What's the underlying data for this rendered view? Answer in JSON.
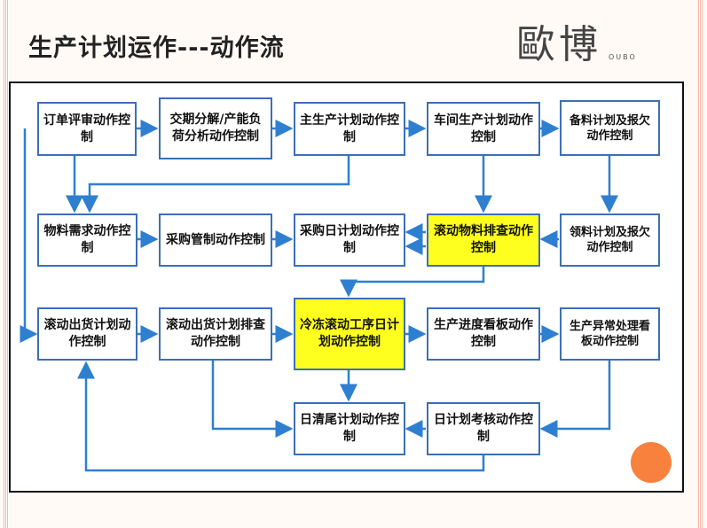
{
  "slide": {
    "title": "生产计划运作---动作流",
    "logo_text": "歐博",
    "logo_sub": "OUBO"
  },
  "nodes": {
    "n1": "订单评审动作控制",
    "n2": "交期分解/产能负荷分析动作控制",
    "n3": "主生产计划动作控制",
    "n4": "车间生产计划动作控制",
    "n5": "备料计划及报欠动作控制",
    "n6": "物料需求动作控制",
    "n7": "采购管制动作控制",
    "n8": "采购日计划动作控制",
    "n9": "滚动物料排查动作控制",
    "n10": "领料计划及报欠动作控制",
    "n11": "滚动出货计划动作控制",
    "n12": "滚动出货计划排查动作控制",
    "n13": "冷冻滚动工序日计划动作控制",
    "n14": "生产进度看板动作控制",
    "n15": "生产异常处理看板动作控制",
    "n16": "日清尾计划动作控制",
    "n17": "日计划考核动作控制"
  },
  "colors": {
    "box_border": "#3b6fb6",
    "arrow": "#2f7fd0",
    "highlight": "#ffff1f",
    "accent_circle": "#f7813d"
  }
}
